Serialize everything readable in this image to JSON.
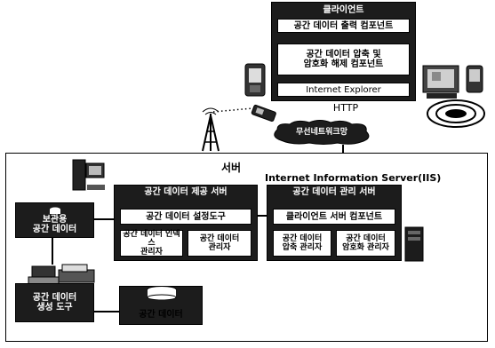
{
  "client": {
    "title": "클라이언트",
    "output_component": "공간 데이터 출력 컴포넌트",
    "compress_component": "공간 데이터 압축 및\n암호화 해제 컴포넌트",
    "browser": "Internet Explorer"
  },
  "network": {
    "protocol": "HTTP",
    "cloud_label": "무선네트워크망"
  },
  "server": {
    "title": "서버",
    "iis_label": "Internet Information Server(IIS)",
    "data_server": {
      "title": "공간 데이터 제공 서버",
      "tool": "공간 데이터 설정도구",
      "access_manager": "공간 데이터 인덱스\n관리자",
      "data_manager": "공간 데이터\n관리자"
    },
    "service_server": {
      "title": "공간 데이터 관리 서버",
      "component": "클라이언트 서버 컴포넌트",
      "compress_manager": "공간 데이터\n압축 관리자",
      "encrypt_manager": "공간 데이터\n암호화 관리자"
    },
    "storage_db": "보관용\n공간 데이터",
    "generator_tool": "공간 데이터\n생성 도구",
    "spatial_db": "공간 데이터"
  }
}
